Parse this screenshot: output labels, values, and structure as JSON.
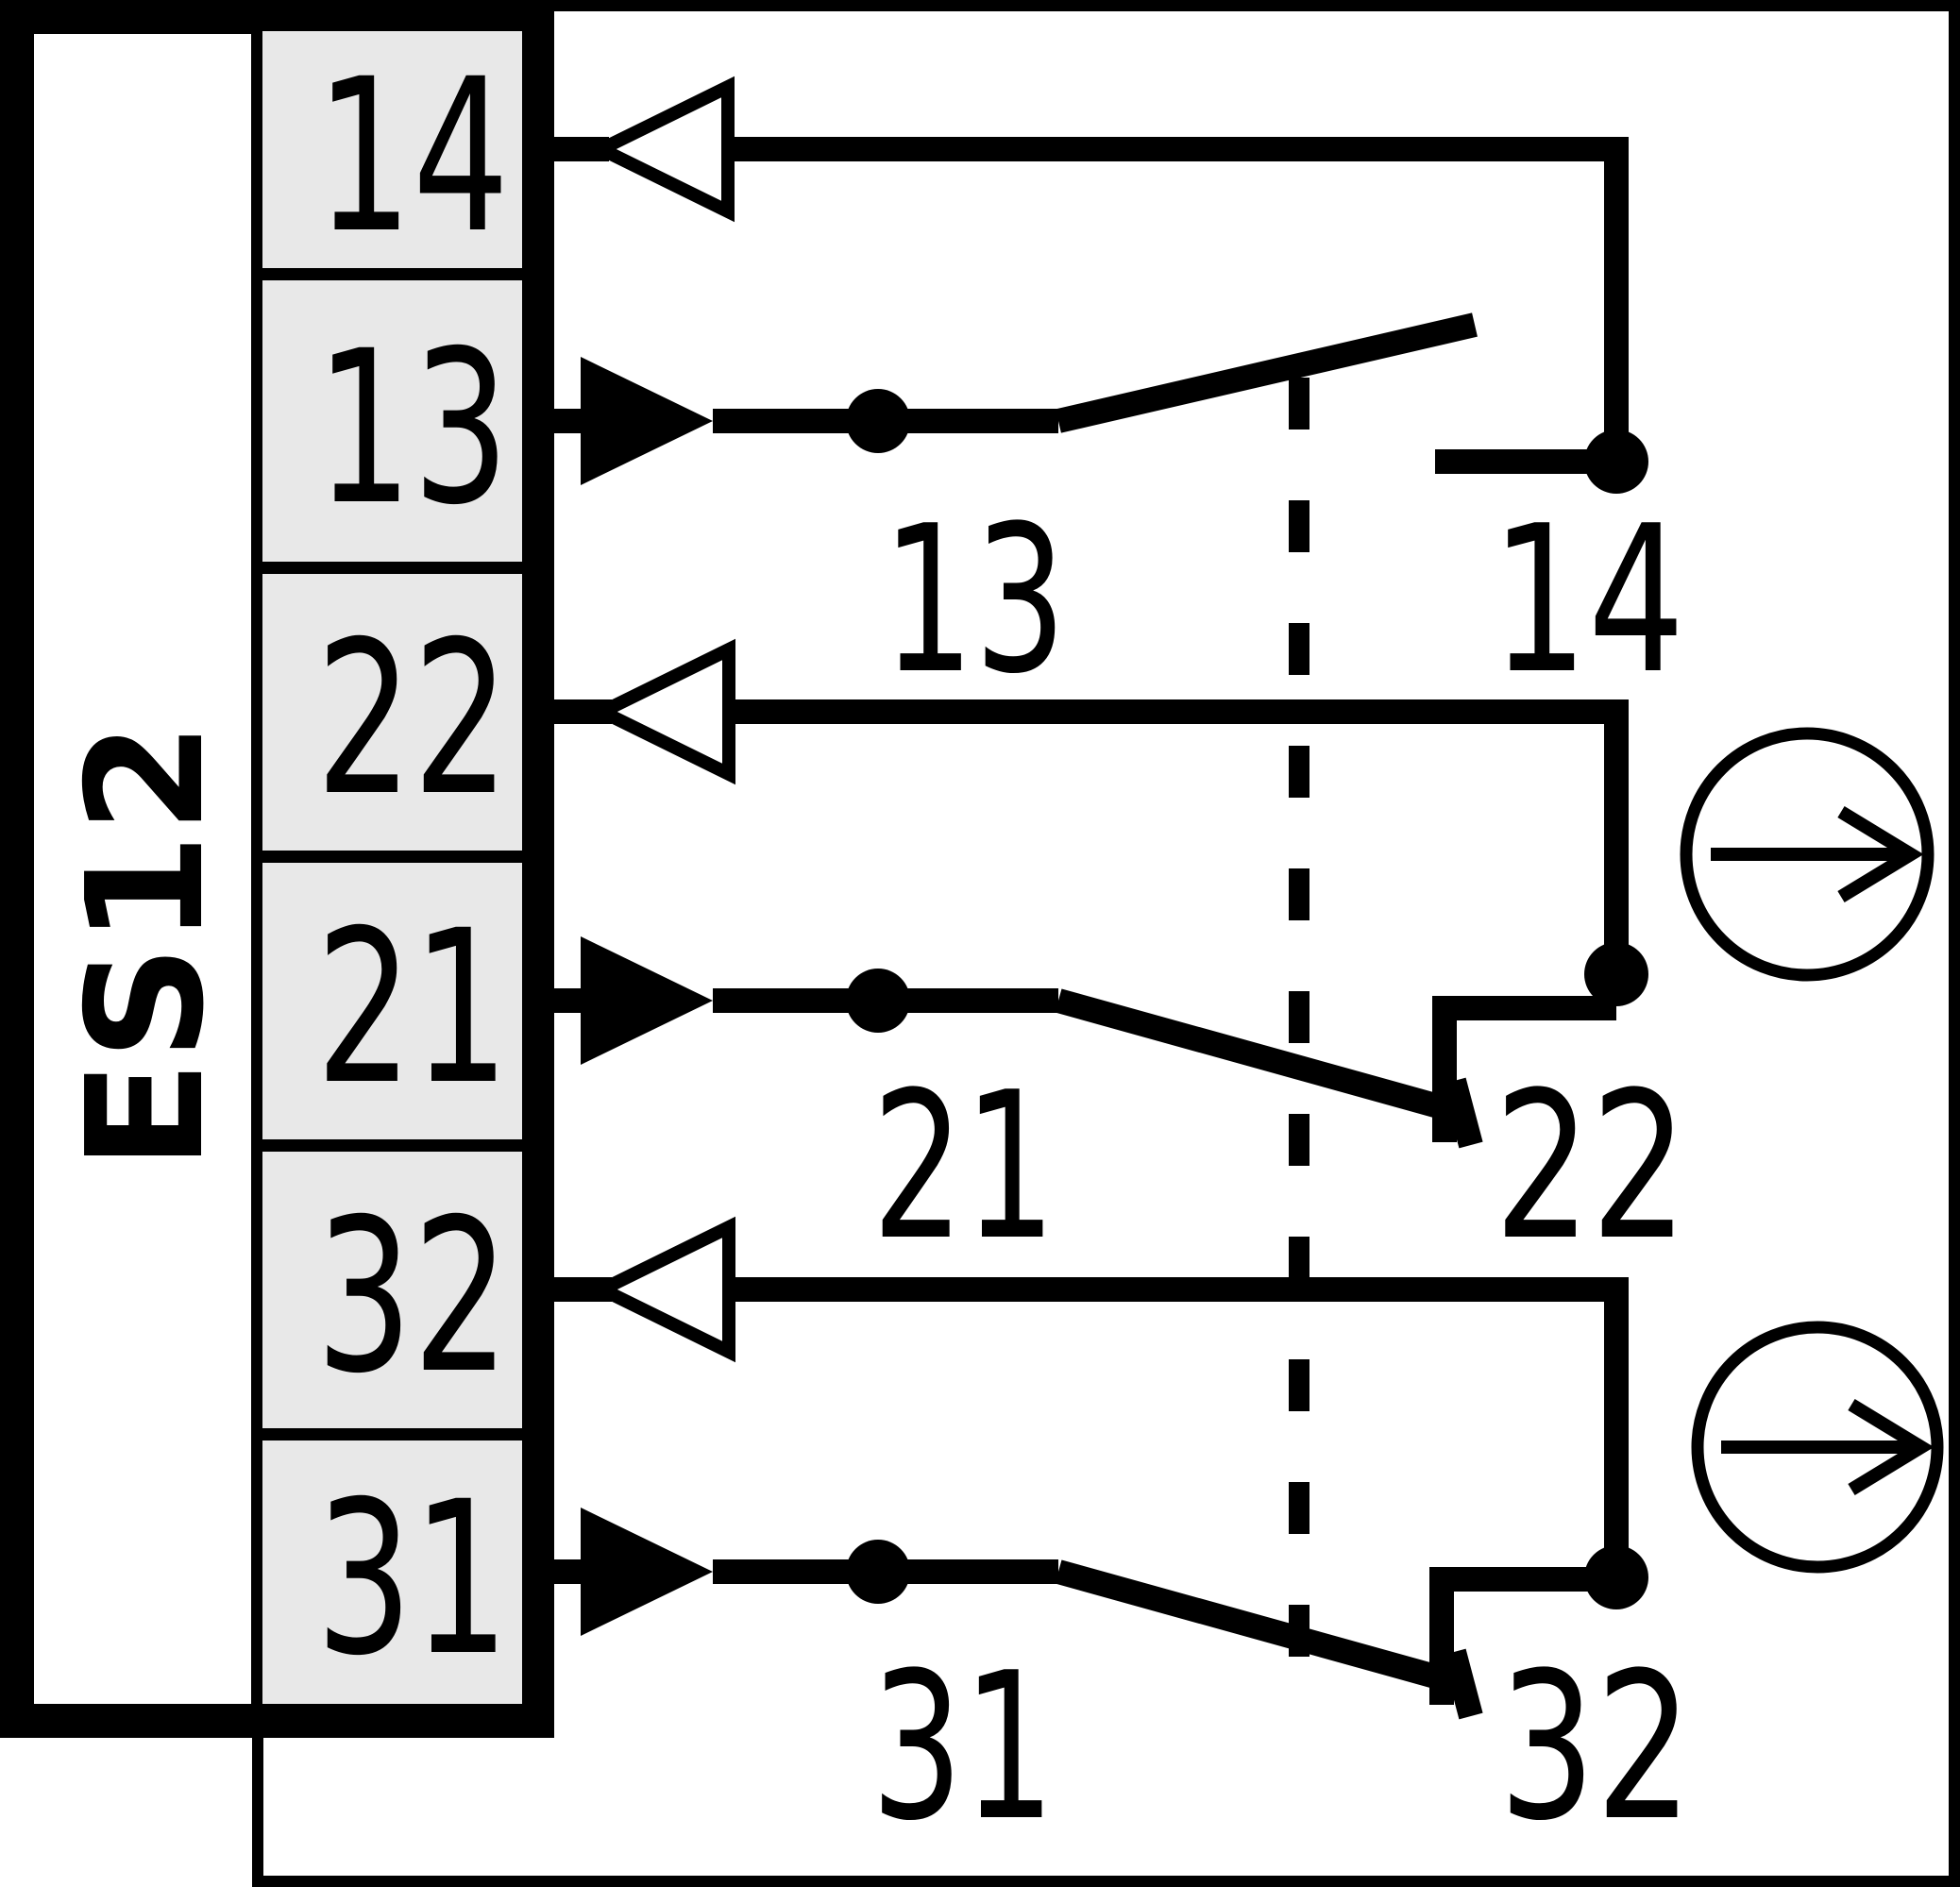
{
  "device_label": "ES12",
  "terminal_block": {
    "cells": [
      {
        "label": "14"
      },
      {
        "label": "13"
      },
      {
        "label": "22"
      },
      {
        "label": "21"
      },
      {
        "label": "32"
      },
      {
        "label": "31"
      }
    ]
  },
  "circuit": {
    "no_contact": {
      "left_label": "13",
      "right_label": "14"
    },
    "nc_contact_1": {
      "left_label": "21",
      "right_label": "22"
    },
    "nc_contact_2": {
      "left_label": "31",
      "right_label": "32"
    }
  },
  "colors": {
    "line": "#000000",
    "terminal_cell_fill": "#e8e8e8",
    "panel_fill": "#ffffff",
    "background": "#ffffff"
  }
}
